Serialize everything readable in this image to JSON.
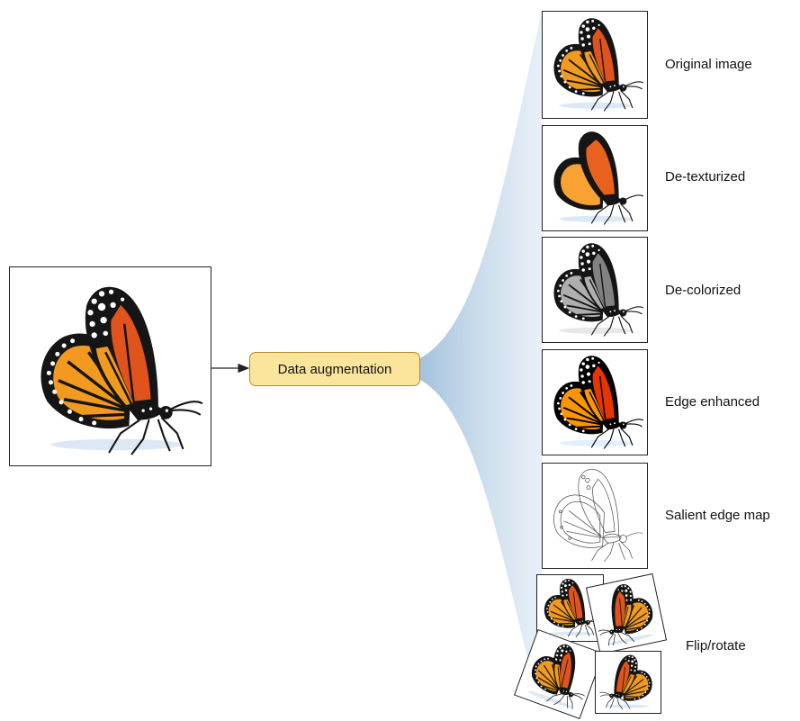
{
  "process_box": {
    "label": "Data augmentation"
  },
  "outputs": [
    {
      "label": "Original image"
    },
    {
      "label": "De-texturized"
    },
    {
      "label": "De-colorized"
    },
    {
      "label": "Edge enhanced"
    },
    {
      "label": "Salient edge map"
    },
    {
      "label": "Flip/rotate"
    }
  ],
  "colors": {
    "box_fill": "#fbe49c",
    "box_border": "#b58b22",
    "fan": "#c9dcec",
    "wing_orange": "#f29a1f",
    "wing_red": "#e0531c",
    "wing_black": "#151515"
  },
  "icons": [
    "butterfly-icon",
    "arrow-right-icon"
  ]
}
